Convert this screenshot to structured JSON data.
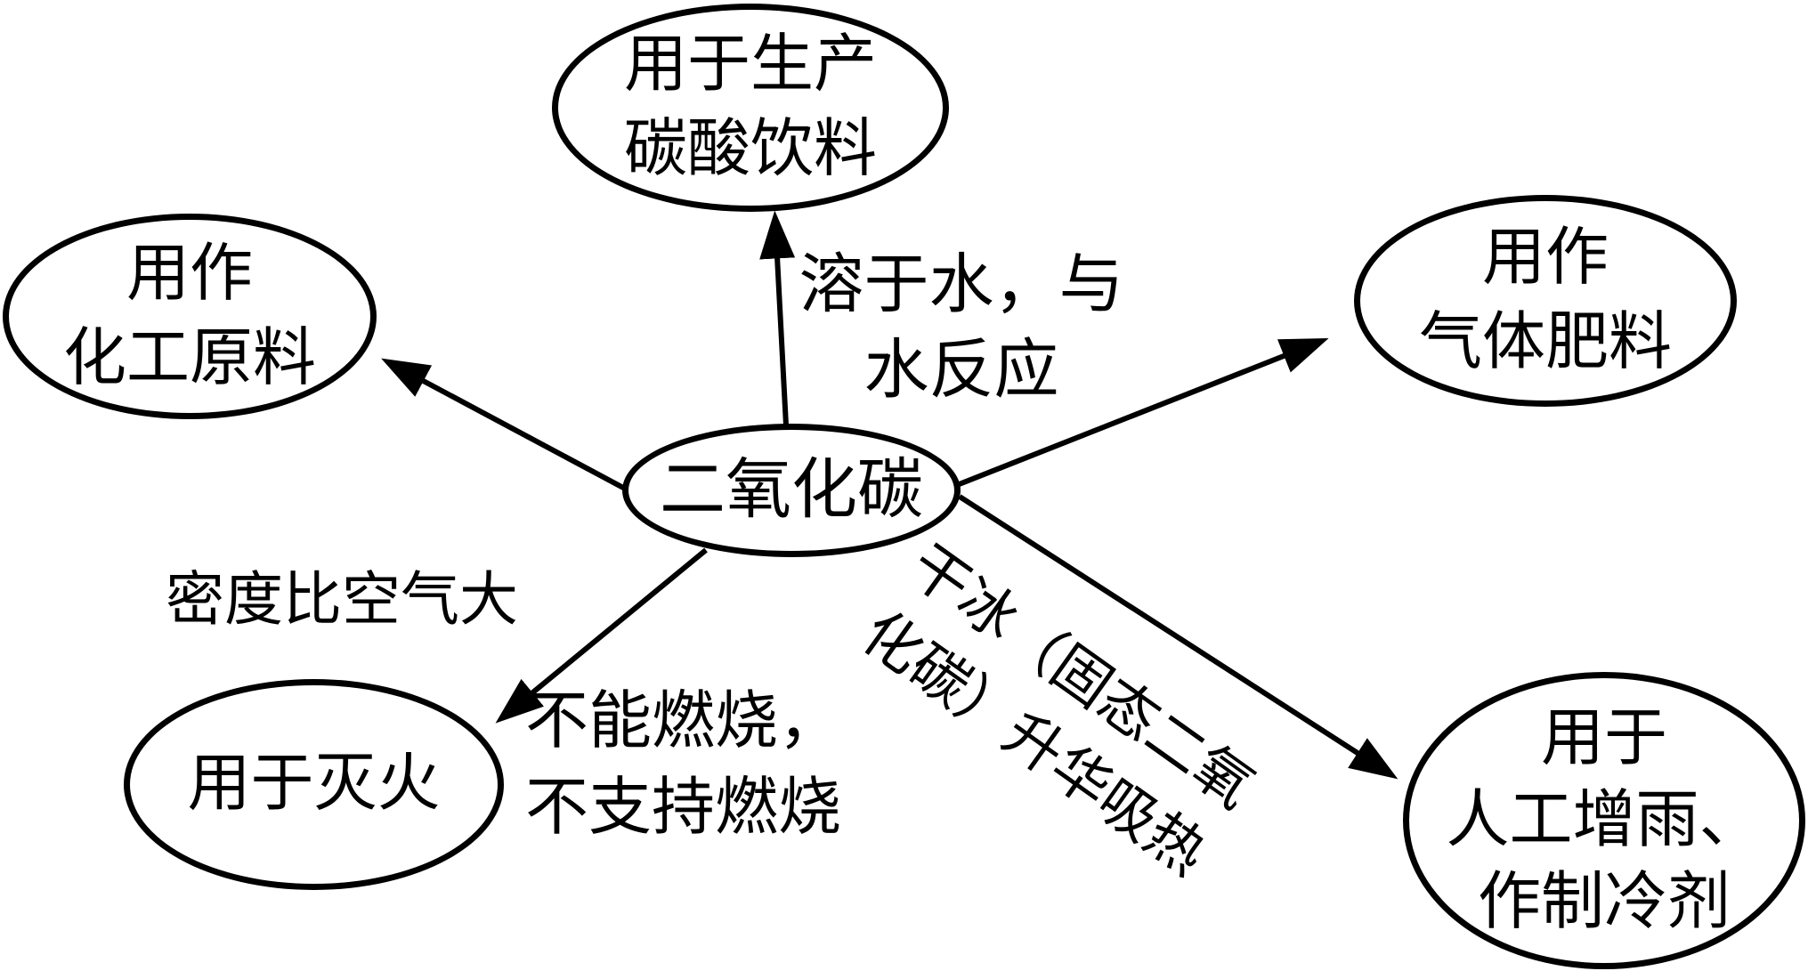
{
  "colors": {
    "ink": "#000000",
    "background": "#ffffff"
  },
  "center_node": {
    "label": "二氧化碳"
  },
  "nodes": {
    "top": {
      "lines": [
        "用于生产",
        "碳酸饮料"
      ]
    },
    "left": {
      "lines": [
        "用作",
        "化工原料"
      ]
    },
    "right": {
      "lines": [
        "用作",
        "气体肥料"
      ]
    },
    "bottom_left": {
      "lines": [
        "用于灭火"
      ]
    },
    "bottom_right": {
      "lines": [
        "用于",
        "人工增雨、",
        "作制冷剂"
      ]
    }
  },
  "edge_labels": {
    "dissolve": {
      "lines": [
        "溶于水，与",
        "水反应"
      ]
    },
    "density": {
      "lines": [
        "密度比空气大"
      ]
    },
    "not_burn": {
      "lines": [
        "不能燃烧，",
        "不支持燃烧"
      ]
    },
    "dry_ice": {
      "lines": [
        "干冰（固态二氧",
        "化碳）升华吸热"
      ]
    }
  }
}
